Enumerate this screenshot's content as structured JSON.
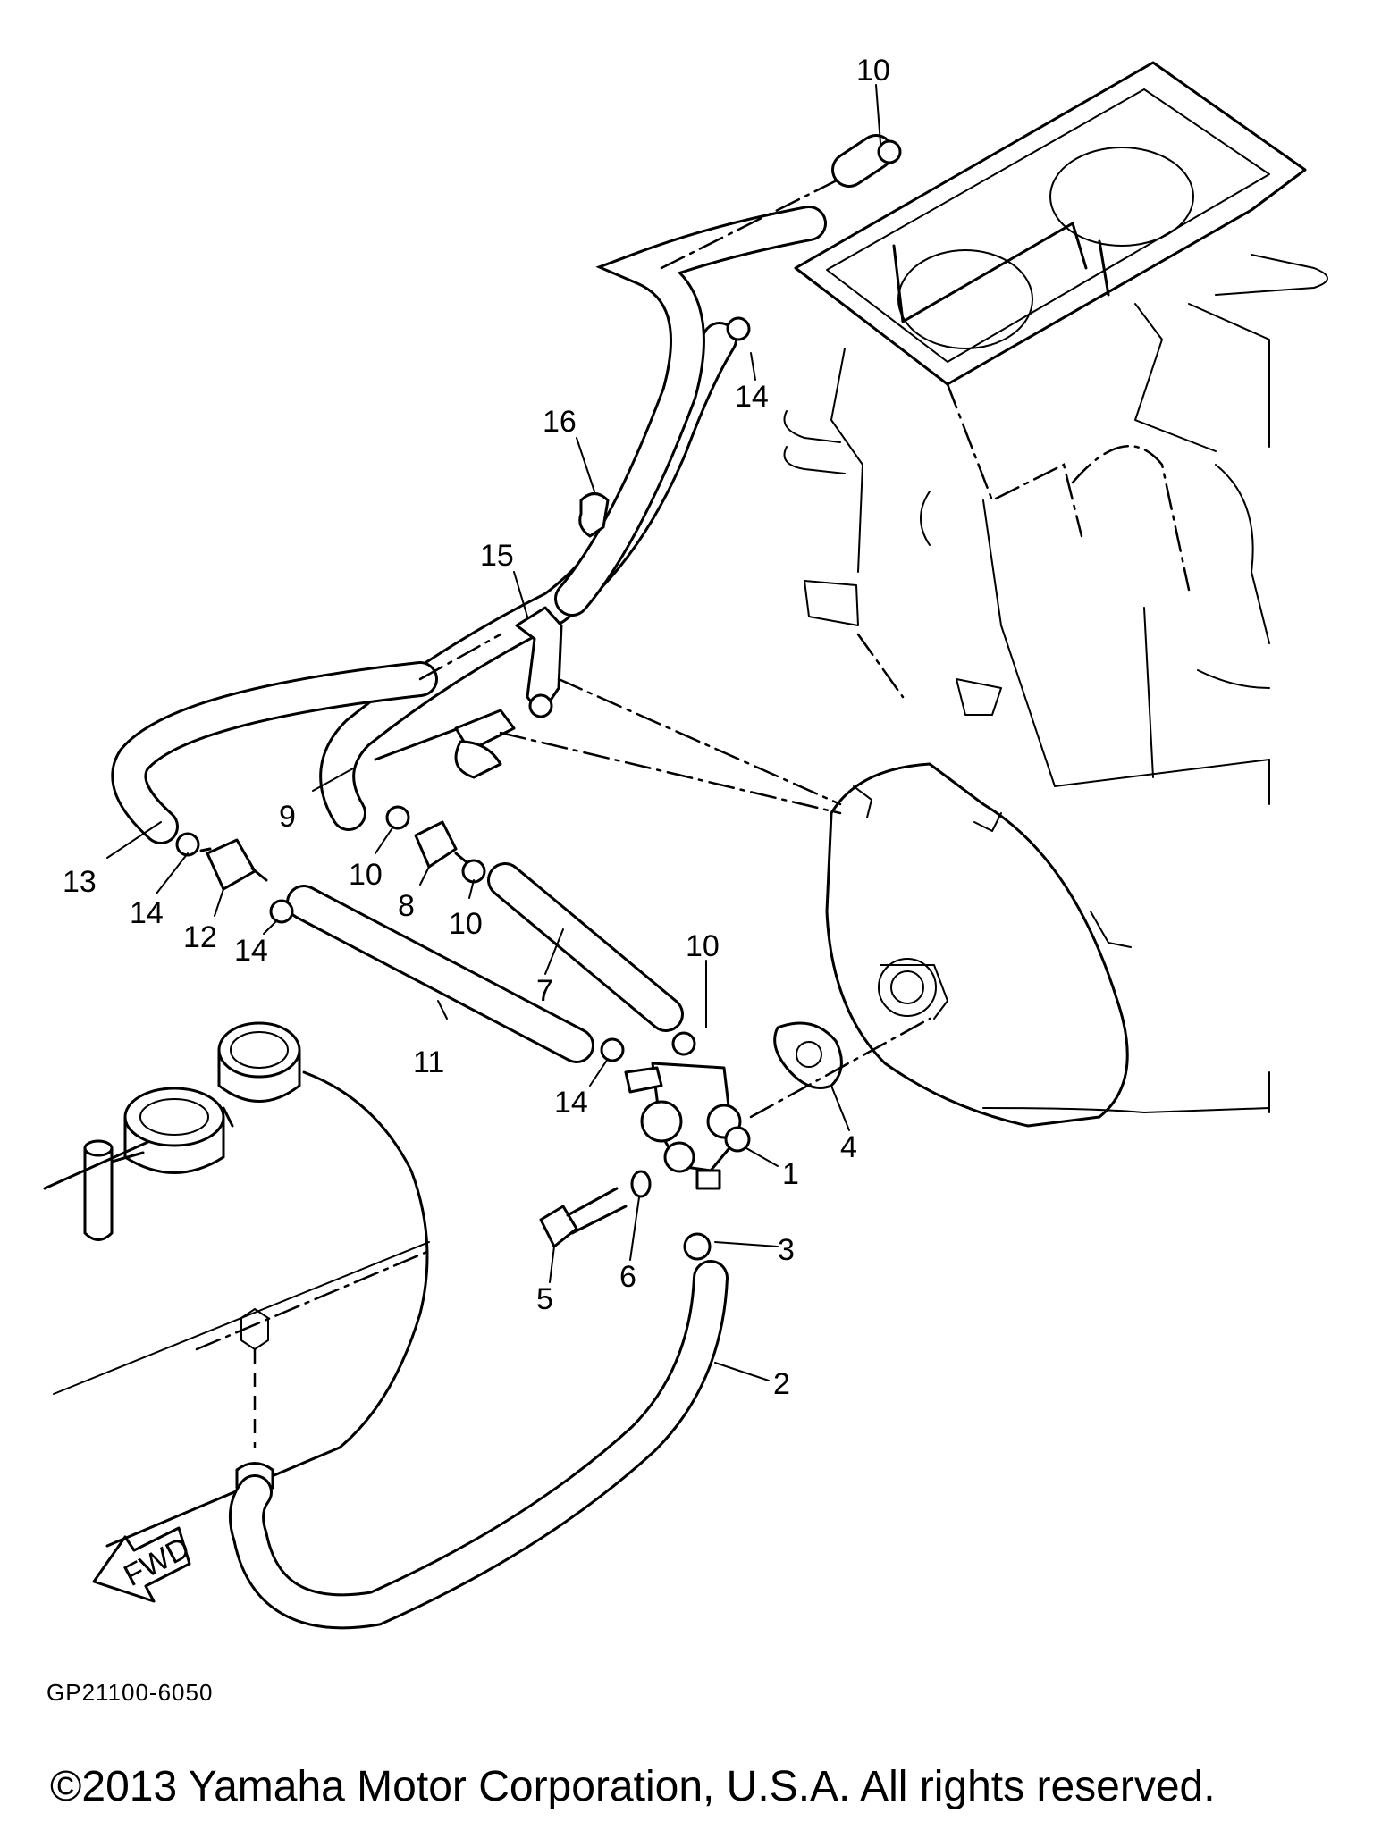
{
  "diagram": {
    "drawing_code": "GP21100-6050",
    "copyright": "©2013 Yamaha Motor Corporation, U.S.A. All rights reserved.",
    "fwd_label": "FWD",
    "callouts": [
      {
        "id": "c10a",
        "text": "10"
      },
      {
        "id": "c14a",
        "text": "14"
      },
      {
        "id": "c16",
        "text": "16"
      },
      {
        "id": "c15",
        "text": "15"
      },
      {
        "id": "c9",
        "text": "9"
      },
      {
        "id": "c13",
        "text": "13"
      },
      {
        "id": "c14b",
        "text": "14"
      },
      {
        "id": "c12",
        "text": "12"
      },
      {
        "id": "c14c",
        "text": "14"
      },
      {
        "id": "c10b",
        "text": "10"
      },
      {
        "id": "c8",
        "text": "8"
      },
      {
        "id": "c10c",
        "text": "10"
      },
      {
        "id": "c7",
        "text": "7"
      },
      {
        "id": "c10d",
        "text": "10"
      },
      {
        "id": "c11",
        "text": "11"
      },
      {
        "id": "c14d",
        "text": "14"
      },
      {
        "id": "c1",
        "text": "1"
      },
      {
        "id": "c4",
        "text": "4"
      },
      {
        "id": "c3",
        "text": "3"
      },
      {
        "id": "c5",
        "text": "5"
      },
      {
        "id": "c6",
        "text": "6"
      },
      {
        "id": "c2",
        "text": "2"
      }
    ]
  }
}
